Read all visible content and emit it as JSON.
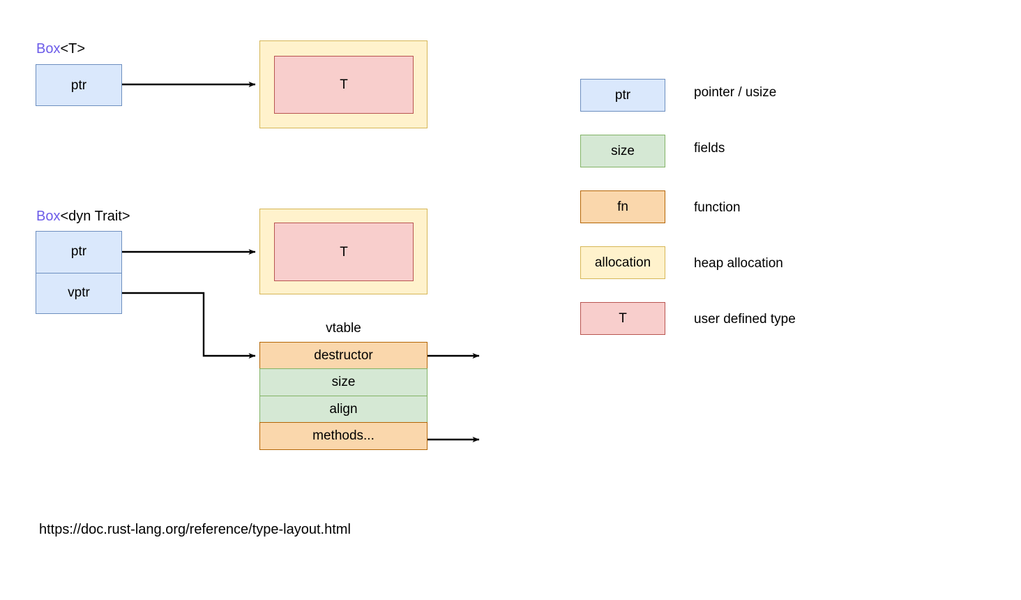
{
  "colors": {
    "pointer_fill": "#dae8fc",
    "pointer_stroke": "#6c8ebf",
    "field_fill": "#d5e8d4",
    "field_stroke": "#82b366",
    "fn_fill": "#fad7ac",
    "fn_stroke": "#b46504",
    "allocation_fill": "#fff2cc",
    "allocation_stroke": "#d6b656",
    "udt_fill": "#f8cecc",
    "udt_stroke": "#b85450",
    "keyword_text": "#6c5ce9",
    "connector": "#000000",
    "background": "#ffffff"
  },
  "diagram_box_t": {
    "label_keyword": "Box",
    "label_generic": "<T>",
    "ptr_cell": "ptr",
    "allocation_label": "",
    "inner_type": "T"
  },
  "diagram_box_dyn_trait": {
    "label_keyword": "Box",
    "label_generic": "<dyn Trait>",
    "ptr_cell": "ptr",
    "vptr_cell": "vptr",
    "inner_type": "T",
    "vtable_caption": "vtable",
    "vtable_rows": [
      {
        "label": "destructor",
        "kind": "fn",
        "has_pointer_dot": true
      },
      {
        "label": "size",
        "kind": "field",
        "has_pointer_dot": false
      },
      {
        "label": "align",
        "kind": "field",
        "has_pointer_dot": false
      },
      {
        "label": "methods...",
        "kind": "fn",
        "has_pointer_dot": true
      }
    ]
  },
  "legend": {
    "items": [
      {
        "swatch_label": "ptr",
        "kind": "pointer",
        "description": "pointer / usize"
      },
      {
        "swatch_label": "size",
        "kind": "field",
        "description": "fields"
      },
      {
        "swatch_label": "fn",
        "kind": "fn",
        "description": "function"
      },
      {
        "swatch_label": "allocation",
        "kind": "allocation",
        "description": "heap allocation"
      },
      {
        "swatch_label": "T",
        "kind": "udt",
        "description": "user defined type"
      }
    ]
  },
  "footer": {
    "source_url": "https://doc.rust-lang.org/reference/type-layout.html"
  }
}
